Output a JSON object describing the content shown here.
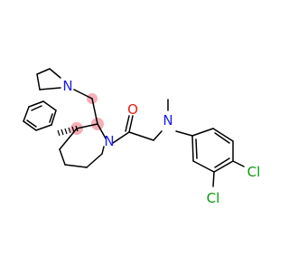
{
  "molecule": {
    "atom_labels": {
      "n_pyrrolidine": "N",
      "n_piperidine": "N",
      "n_amine": "N",
      "o_carbonyl": "O",
      "cl_para": "Cl",
      "cl_meta": "Cl"
    },
    "colors": {
      "bond": "#000000",
      "nitrogen": "#1a1aee",
      "oxygen": "#ee1a1a",
      "chlorine": "#0a9a0a",
      "stereo_highlight": "#f4a6b0"
    }
  }
}
